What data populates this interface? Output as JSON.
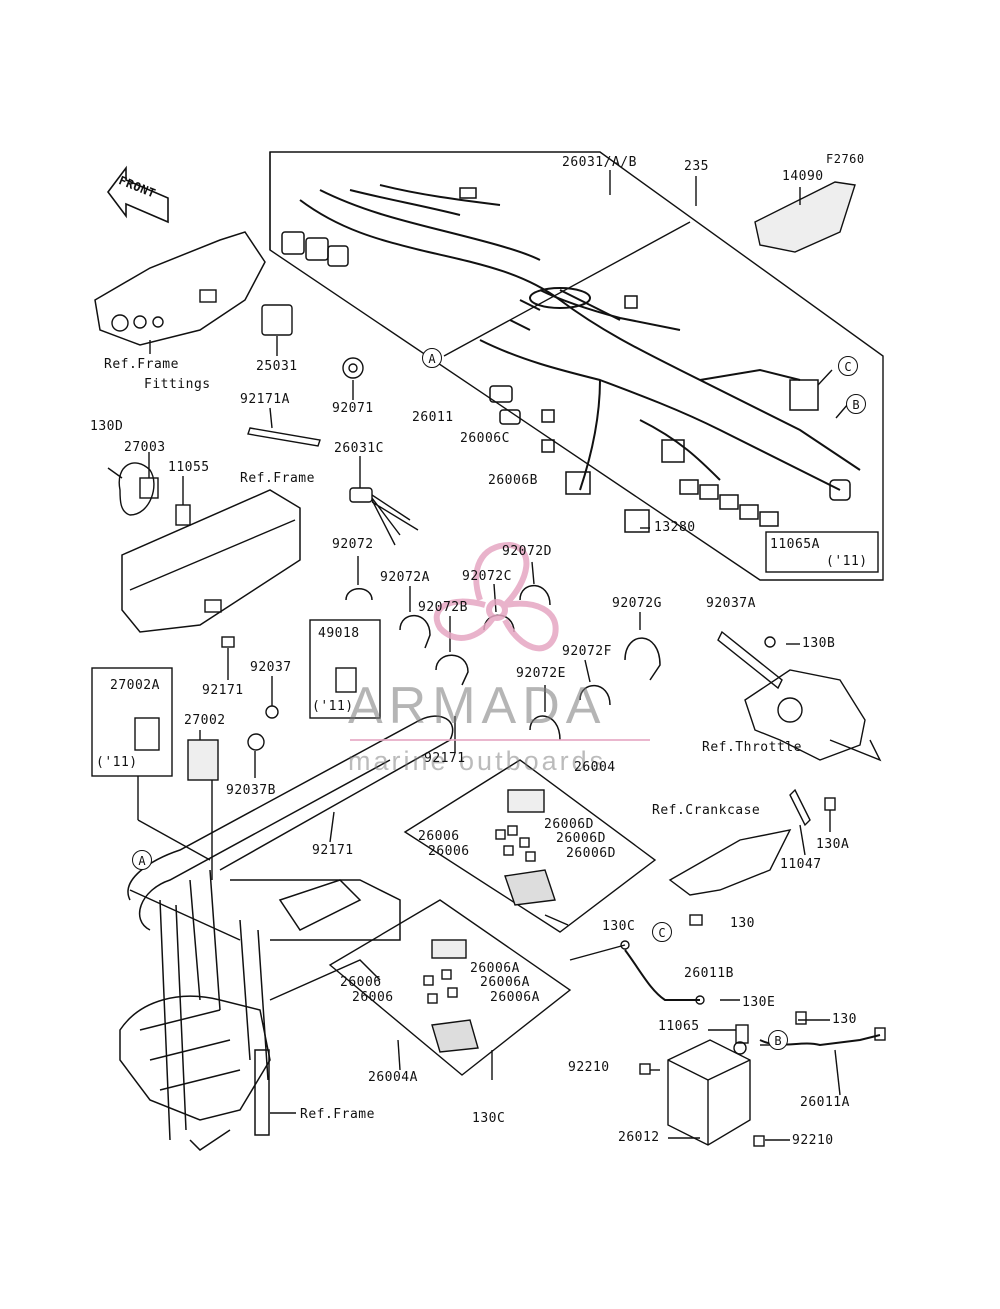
{
  "figure_code": "F2760",
  "direction_label": "FRONT",
  "watermark": {
    "title": "ARMADA",
    "subtitle": "marine outboards"
  },
  "callouts": {
    "a": "A",
    "b": "B",
    "c": "C"
  },
  "refs": {
    "frame_fittings_1": "Ref.Frame",
    "frame_fittings_2": "Fittings",
    "frame": "Ref.Frame",
    "throttle": "Ref.Throttle",
    "crankcase": "Ref.Crankcase",
    "frame_bottom": "Ref.Frame"
  },
  "parts": {
    "p26031_ab": "26031/A/B",
    "p235": "235",
    "p14090": "14090",
    "p25031": "25031",
    "p92071": "92071",
    "p92171a": "92171A",
    "p130d": "130D",
    "p27003": "27003",
    "p11055": "11055",
    "p26031c": "26031C",
    "p26011": "26011",
    "p26006c": "26006C",
    "p26006b": "26006B",
    "p13280": "13280",
    "p11065a": "11065A",
    "p11065a_year": "('11)",
    "p92072": "92072",
    "p92072a": "92072A",
    "p92072b": "92072B",
    "p92072c": "92072C",
    "p92072d": "92072D",
    "p92072g": "92072G",
    "p92037a": "92037A",
    "p130b": "130B",
    "p49018": "49018",
    "p49018_year": "('11)",
    "p92072f": "92072F",
    "p92072e": "92072E",
    "p27002a": "27002A",
    "p27002a_year": "('11)",
    "p92171_1": "92171",
    "p92037": "92037",
    "p27002": "27002",
    "p92171_2": "92171",
    "p92037b": "92037B",
    "p26004": "26004",
    "p26006_1": "26006",
    "p26006_2": "26006",
    "p26006d_1": "26006D",
    "p26006d_2": "26006D",
    "p26006d_3": "26006D",
    "p92171_3": "92171",
    "p11047": "11047",
    "p130a": "130A",
    "p130c_1": "130C",
    "p130": "130",
    "p26011b": "26011B",
    "p26006_3": "26006",
    "p26006_4": "26006",
    "p26006a_1": "26006A",
    "p26006a_2": "26006A",
    "p26006a_3": "26006A",
    "p130e": "130E",
    "p11065": "11065",
    "p130_2": "130",
    "p92210_1": "92210",
    "p26011a": "26011A",
    "p26004a": "26004A",
    "p130c_2": "130C",
    "p26012": "26012",
    "p92210_2": "92210"
  }
}
